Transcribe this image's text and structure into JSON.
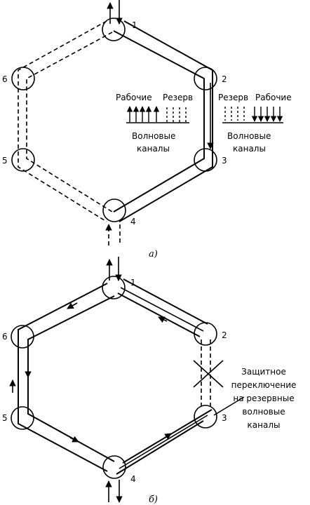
{
  "diagram_a": {
    "caption": "а)",
    "nodes": [
      "1",
      "2",
      "3",
      "4",
      "5",
      "6"
    ],
    "left_group": {
      "working": "Рабочие",
      "reserve": "Резерв"
    },
    "right_group": {
      "reserve": "Резерв",
      "working": "Рабочие"
    },
    "channels_left": [
      "Волновые",
      "каналы"
    ],
    "channels_right": [
      "Волновые",
      "каналы"
    ]
  },
  "diagram_b": {
    "caption": "б)",
    "nodes": [
      "1",
      "2",
      "3",
      "4",
      "5",
      "6"
    ],
    "note": [
      "Защитное",
      "переключение",
      "на резервные",
      "волновые",
      "каналы"
    ]
  }
}
